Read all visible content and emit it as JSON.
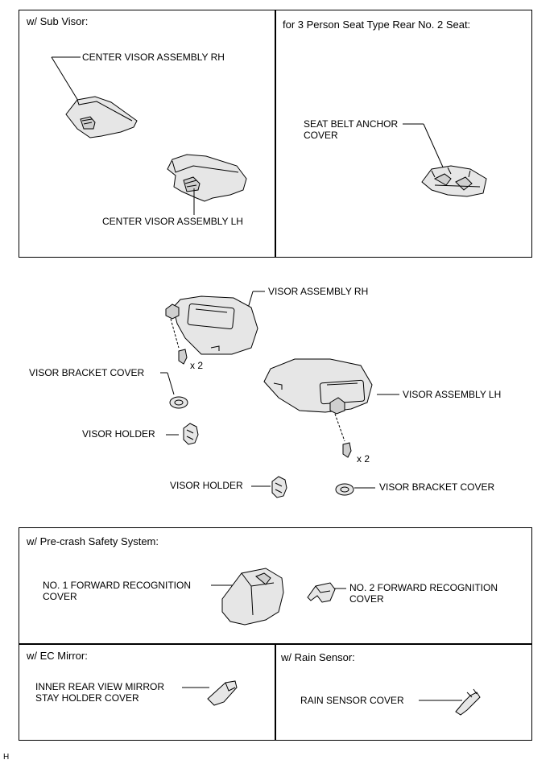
{
  "panels": {
    "sub_visor": {
      "title": "w/ Sub Visor:",
      "rh_label": "CENTER VISOR ASSEMBLY RH",
      "lh_label": "CENTER VISOR ASSEMBLY LH"
    },
    "rear_seat": {
      "title": "for 3 Person Seat Type Rear No. 2 Seat:",
      "label": "SEAT BELT ANCHOR\nCOVER"
    },
    "pre_crash": {
      "title": "w/ Pre-crash Safety System:",
      "no1_label": "NO. 1 FORWARD RECOGNITION\nCOVER",
      "no2_label": "NO. 2 FORWARD RECOGNITION\nCOVER"
    },
    "ec_mirror": {
      "title": "w/ EC Mirror:",
      "label": "INNER REAR VIEW MIRROR\nSTAY HOLDER COVER"
    },
    "rain_sensor": {
      "title": "w/ Rain Sensor:",
      "label": "RAIN SENSOR COVER"
    }
  },
  "main": {
    "visor_rh": "VISOR ASSEMBLY RH",
    "visor_lh": "VISOR ASSEMBLY LH",
    "bracket_cover_left": "VISOR BRACKET COVER",
    "bracket_cover_right": "VISOR BRACKET COVER",
    "holder_left": "VISOR HOLDER",
    "holder_right": "VISOR HOLDER",
    "qty_left": "x 2",
    "qty_right": "x 2"
  },
  "footer_code": "H"
}
